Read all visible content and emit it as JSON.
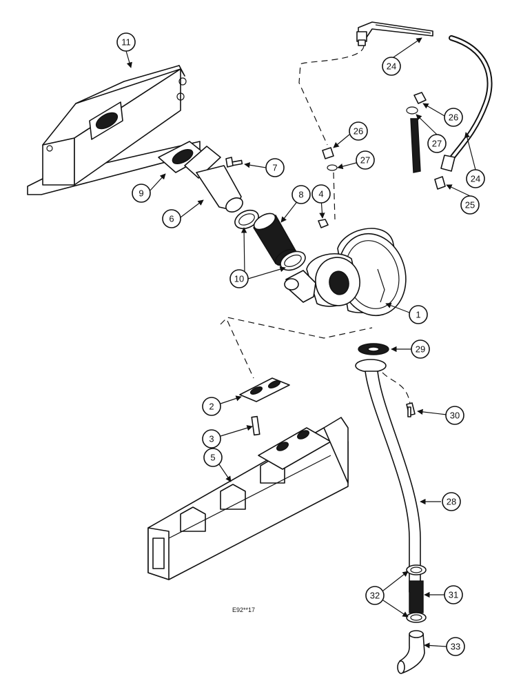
{
  "figure_ref": "E92**17",
  "callouts": [
    "11",
    "24",
    "26",
    "27",
    "24",
    "25",
    "26",
    "27",
    "7",
    "9",
    "6",
    "8",
    "4",
    "10",
    "1",
    "29",
    "2",
    "30",
    "3",
    "5",
    "28",
    "32",
    "31",
    "33"
  ]
}
